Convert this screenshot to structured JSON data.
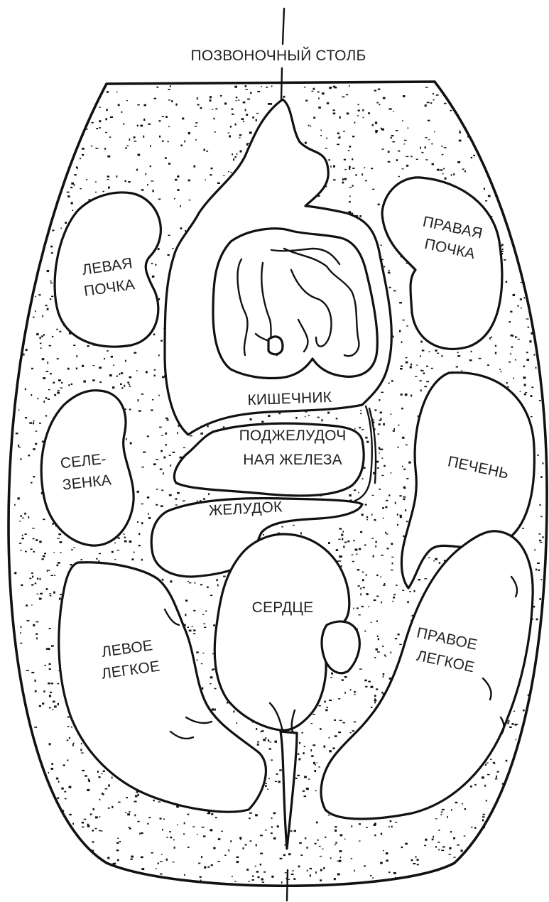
{
  "diagram": {
    "labels": {
      "spine": "ПОЗВОНОЧНЫЙ СТОЛБ",
      "left_kidney": [
        "ЛЕВАЯ",
        "ПОЧКА"
      ],
      "right_kidney": [
        "ПРАВАЯ",
        "ПОЧКА"
      ],
      "intestine": "КИШЕЧНИК",
      "pancreas": [
        "ПОДЖЕЛУДОЧ",
        "НАЯ ЖЕЛЕЗА"
      ],
      "spleen": [
        "СЕЛЕ-",
        "ЗЕНКА"
      ],
      "liver": "ПЕЧЕНЬ",
      "stomach": "ЖЕЛУДОК",
      "heart": "СЕРДЦЕ",
      "left_lung": [
        "ЛЕВОЕ",
        "ЛЕГКОЕ"
      ],
      "right_lung": [
        "ПРАВОЕ",
        "ЛЕГКОЕ"
      ]
    },
    "colors": {
      "ink": "#111111",
      "paper": "#ffffff"
    }
  }
}
